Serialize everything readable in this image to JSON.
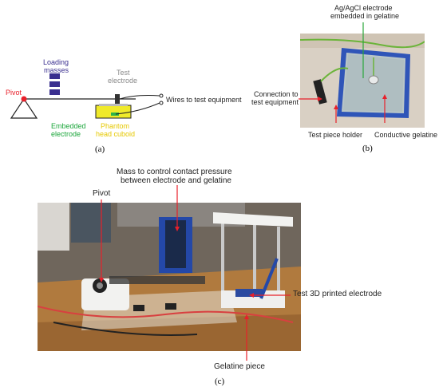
{
  "panel_a": {
    "label_loading": "Loading",
    "label_masses": "masses",
    "label_pivot": "Pivot",
    "label_test": "Test",
    "label_electrode": "electrode",
    "label_wires": "Wires to test equipment",
    "label_embedded": "Embedded",
    "label_embedded2": "electrode",
    "label_phantom": "Phantom",
    "label_phantom2": "head cuboid",
    "caption": "(a)",
    "colors": {
      "pivot": "#e8202a",
      "masses": "#3a2f8f",
      "electrode_label": "#1aa63a",
      "phantom_label": "#e6c800",
      "test_label": "#8a8a8a"
    }
  },
  "panel_b": {
    "label_agagcl": "Ag/AgCl electrode",
    "label_embedded": "embedded in gelatine",
    "label_connection": "Connection to",
    "label_connection2": "test equipment",
    "label_holder": "Test piece holder",
    "label_gelatine": "Conductive gelatine",
    "caption": "(b)"
  },
  "panel_c": {
    "label_mass1": "Mass to control contact pressure",
    "label_mass2": "between electrode and gelatine",
    "label_pivot": "Pivot",
    "label_test3d": "Test 3D printed electrode",
    "label_gelpiece": "Gelatine piece",
    "caption": "(c)"
  }
}
